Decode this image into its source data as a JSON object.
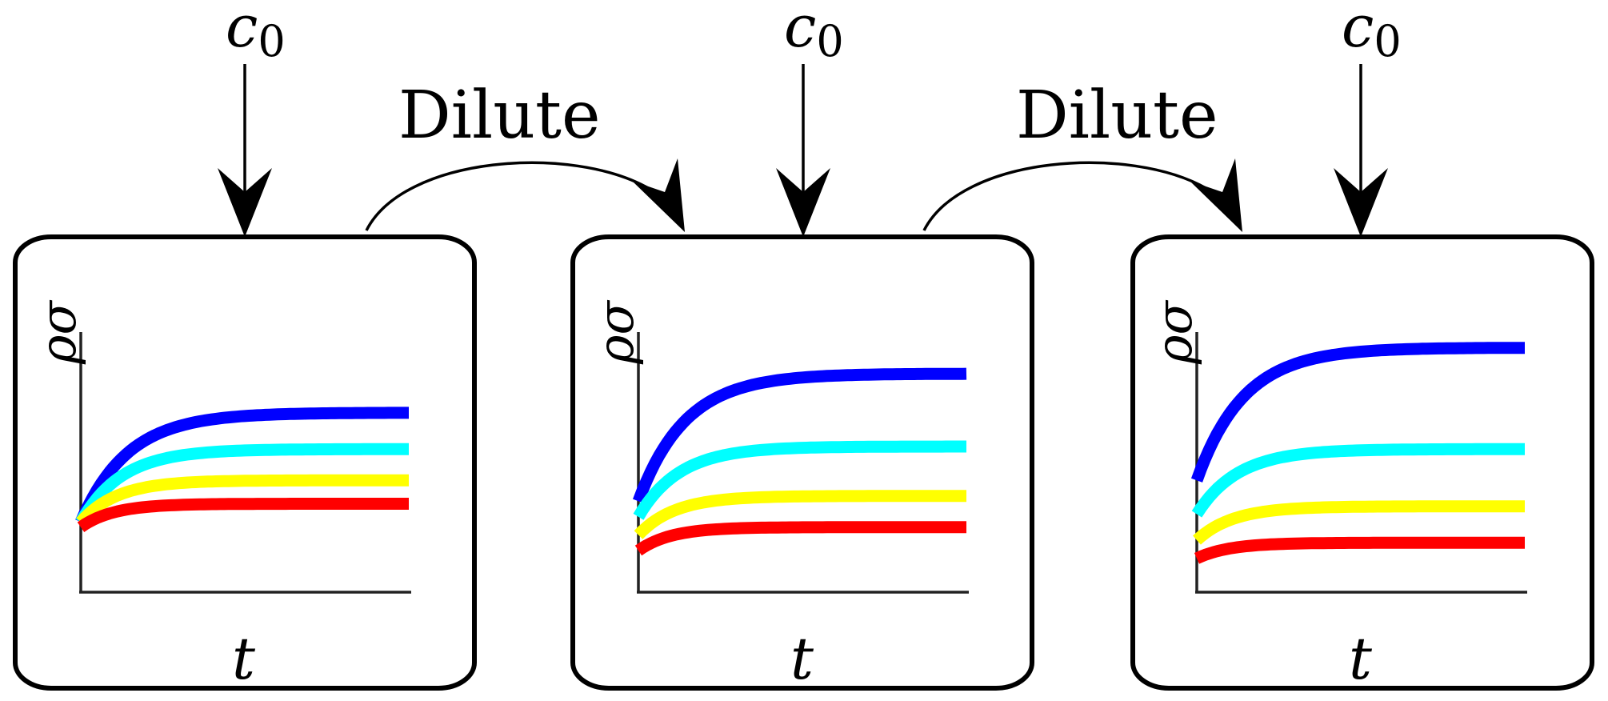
{
  "feed": {
    "symbol": "c",
    "subscript": "0"
  },
  "transfer": {
    "label": "Dilute"
  },
  "plot": {
    "ylabel": "ρσ",
    "xlabel": "t"
  },
  "colors": {
    "blue": "#0000ff",
    "cyan": "#00ffff",
    "yellow": "#ffff00",
    "red": "#ff0000",
    "outline": "#000000",
    "axis": "#222222"
  },
  "chart_data": [
    {
      "type": "line",
      "xlabel": "t",
      "ylabel": "ρσ",
      "grid": false,
      "ylim": [
        0,
        1
      ],
      "series": [
        {
          "color": "blue",
          "start": 0.27,
          "end": 0.69
        },
        {
          "color": "cyan",
          "start": 0.27,
          "end": 0.55
        },
        {
          "color": "yellow",
          "start": 0.27,
          "end": 0.43
        },
        {
          "color": "red",
          "start": 0.25,
          "end": 0.34
        }
      ]
    },
    {
      "type": "line",
      "xlabel": "t",
      "ylabel": "ρσ",
      "grid": false,
      "ylim": [
        0,
        1
      ],
      "series": [
        {
          "color": "blue",
          "start": 0.35,
          "end": 0.84
        },
        {
          "color": "cyan",
          "start": 0.29,
          "end": 0.56
        },
        {
          "color": "yellow",
          "start": 0.22,
          "end": 0.37
        },
        {
          "color": "red",
          "start": 0.16,
          "end": 0.25
        }
      ]
    },
    {
      "type": "line",
      "xlabel": "t",
      "ylabel": "ρσ",
      "grid": false,
      "ylim": [
        0,
        1
      ],
      "series": [
        {
          "color": "blue",
          "start": 0.43,
          "end": 0.94
        },
        {
          "color": "cyan",
          "start": 0.3,
          "end": 0.55
        },
        {
          "color": "yellow",
          "start": 0.2,
          "end": 0.33
        },
        {
          "color": "red",
          "start": 0.13,
          "end": 0.19
        }
      ]
    }
  ]
}
